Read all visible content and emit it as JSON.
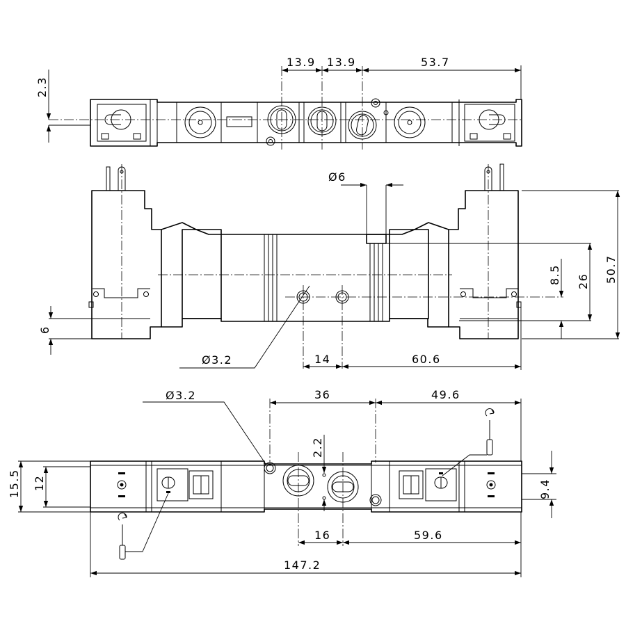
{
  "dimensions": {
    "top_view": {
      "pitch_1": "13.9",
      "pitch_2": "13.9",
      "right_span": "53.7",
      "offset": "2.3"
    },
    "front_view": {
      "port_diameter": "Ø6",
      "mount_hole_diameter": "Ø3.2",
      "hole_spacing": "14",
      "hole_to_end": "60.6",
      "port_height": "8.5",
      "body_height": "26",
      "overall_height": "50.7",
      "base_height": "6"
    },
    "bottom_view": {
      "mount_hole_diameter": "Ø3.2",
      "center_span": "36",
      "right_span": "49.6",
      "port_offset": "2.2",
      "body_width": "15.5",
      "inner_width": "12",
      "manual_width": "9.4",
      "port_spacing": "16",
      "port_to_end": "59.6",
      "overall_length": "147.2"
    }
  }
}
